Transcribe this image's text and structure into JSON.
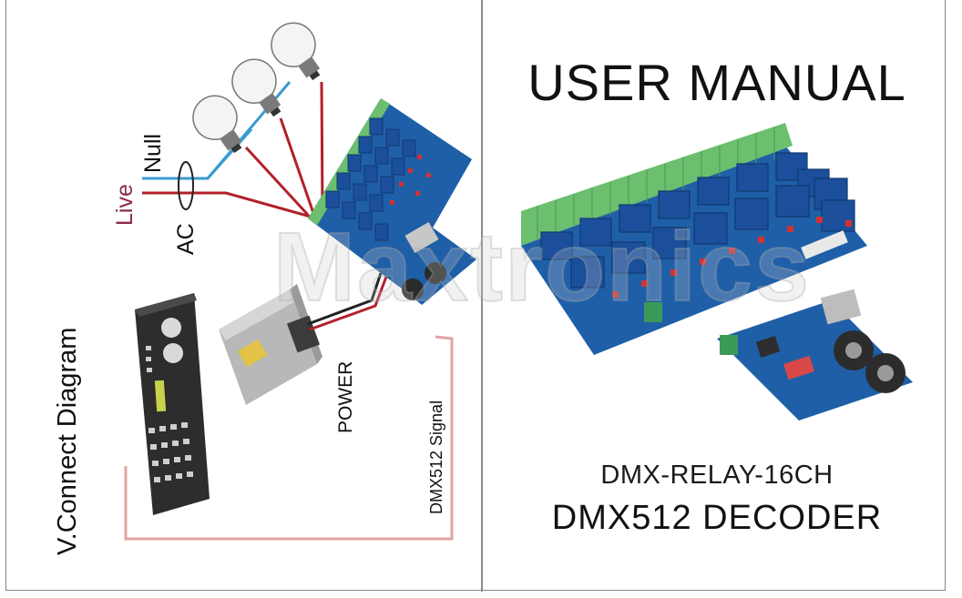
{
  "left": {
    "diagram_title": "V.Connect Diagram",
    "live_label": "Live",
    "null_label": "Null",
    "ac_label": "AC",
    "power_label": "POWER",
    "signal_label": "DMX512 Signal"
  },
  "right": {
    "title": "USER MANUAL",
    "model": "DMX-RELAY-16CH",
    "product": "DMX512 DECODER"
  },
  "watermark": "Maxtronics",
  "colors": {
    "pcb_blue": "#1f5fa8",
    "relay_blue": "#1b4f9c",
    "terminal_green": "#6bbf6e",
    "live_wire": "#b3202a",
    "null_wire": "#3a9bd0",
    "signal_wire": "#e39b9b"
  }
}
